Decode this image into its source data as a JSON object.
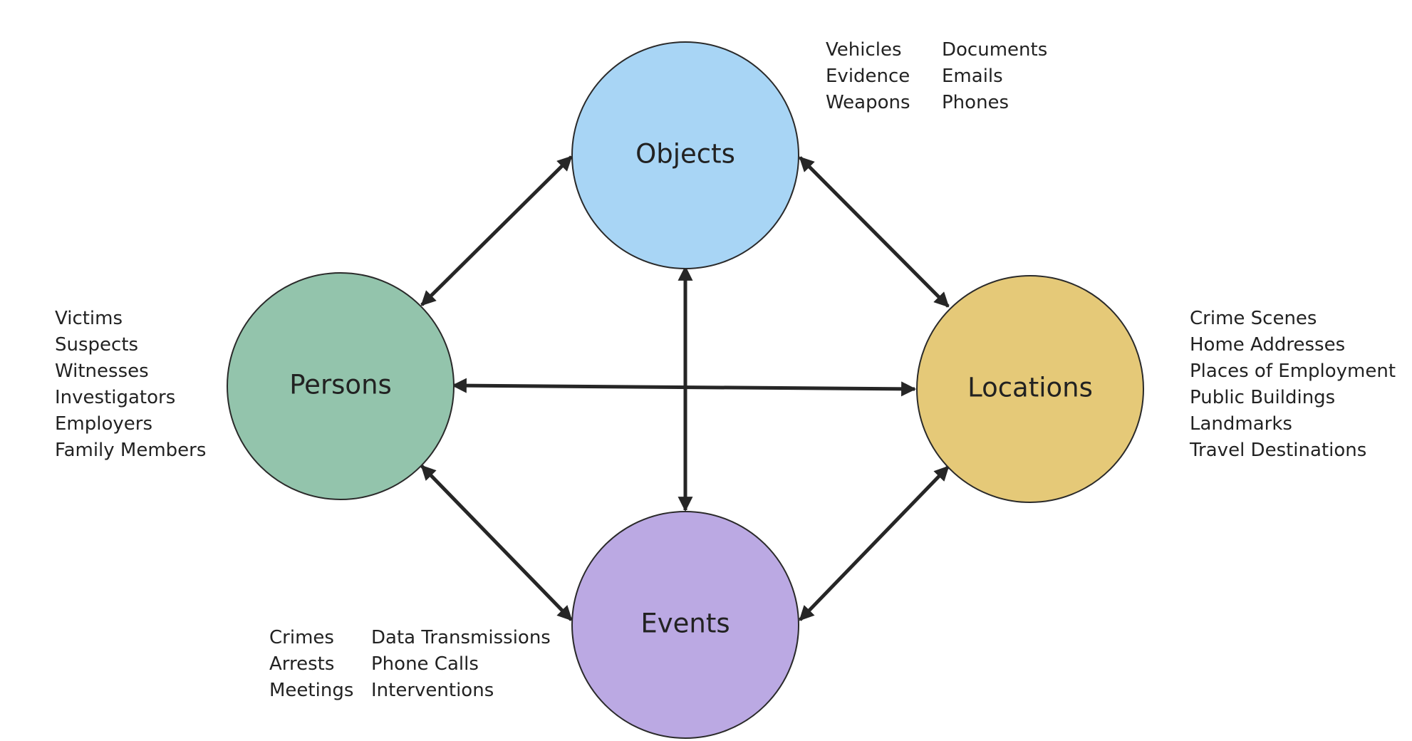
{
  "colors": {
    "objects": "#a8d5f5",
    "persons": "#93c4ac",
    "locations": "#e5c978",
    "events": "#bba9e3",
    "outline": "#2a2a2a",
    "arrow": "#262626"
  },
  "nodes": {
    "objects": {
      "label": "Objects"
    },
    "persons": {
      "label": "Persons"
    },
    "locations": {
      "label": "Locations"
    },
    "events": {
      "label": "Events"
    }
  },
  "lists": {
    "objects_left": [
      "Vehicles",
      "Evidence",
      "Weapons"
    ],
    "objects_right": [
      "Documents",
      "Emails",
      "Phones"
    ],
    "persons": [
      "Victims",
      "Suspects",
      "Witnesses",
      "Investigators",
      "Employers",
      "Family Members"
    ],
    "locations": [
      "Crime Scenes",
      "Home Addresses",
      "Places of Employment",
      "Public Buildings",
      "Landmarks",
      "Travel Destinations"
    ],
    "events_left": [
      "Crimes",
      "Arrests",
      "Meetings"
    ],
    "events_right": [
      "Data Transmissions",
      "Phone Calls",
      "Interventions"
    ]
  },
  "edges": [
    {
      "from": "persons",
      "to": "objects"
    },
    {
      "from": "objects",
      "to": "locations"
    },
    {
      "from": "persons",
      "to": "locations"
    },
    {
      "from": "objects",
      "to": "events"
    },
    {
      "from": "persons",
      "to": "events"
    },
    {
      "from": "locations",
      "to": "events"
    }
  ]
}
